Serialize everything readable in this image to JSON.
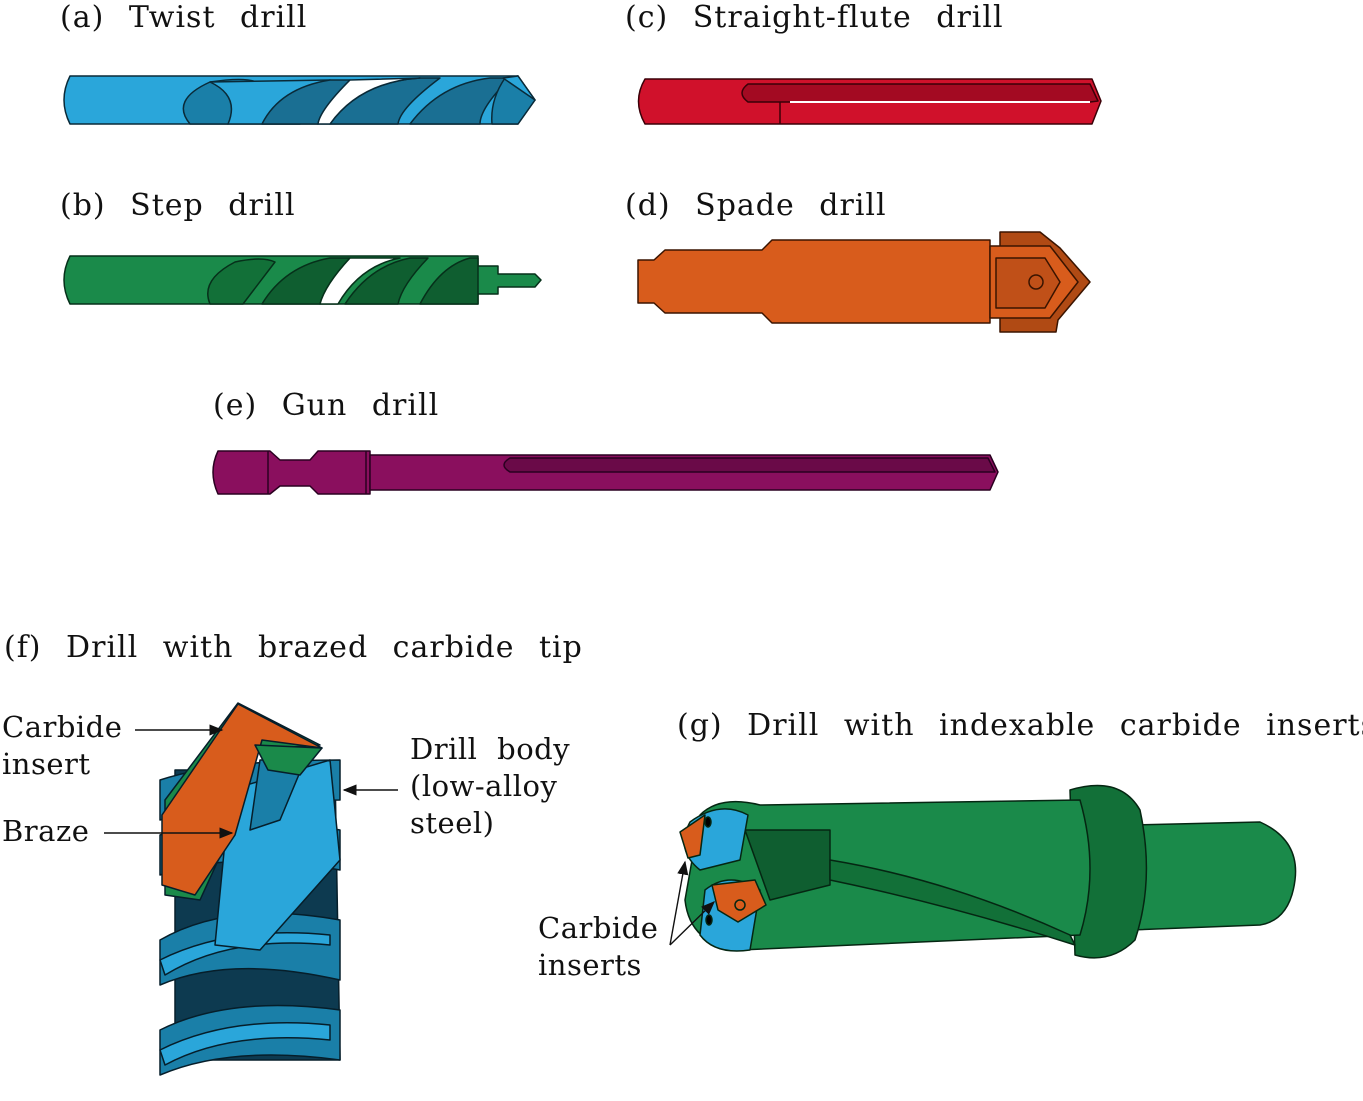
{
  "captions": {
    "a": "(a)  Twist  drill",
    "b": "(b)  Step  drill",
    "c": "(c)  Straight-flute  drill",
    "d": "(d)  Spade  drill",
    "e": "(e)  Gun  drill",
    "f": "(f)  Drill  with  brazed  carbide  tip",
    "g": "(g)  Drill  with  indexable  carbide  inserts"
  },
  "labels": {
    "carbide_insert_1": "Carbide",
    "carbide_insert_2": "insert",
    "braze": "Braze",
    "drill_body_1": "Drill  body",
    "drill_body_2": "(low-alloy",
    "drill_body_3": "steel)",
    "carbide_inserts_1": "Carbide",
    "carbide_inserts_2": "inserts"
  },
  "colors": {
    "twist": "#2aa6da",
    "step": "#1a8a4a",
    "straight_flute": "#d0112b",
    "spade": "#d85c1c",
    "gun": "#8a0f5e",
    "brazed_body": "#2aa6da",
    "carbide": "#d85c1c",
    "braze": "#1a8a4a",
    "indexable_body": "#1a8a4a"
  }
}
